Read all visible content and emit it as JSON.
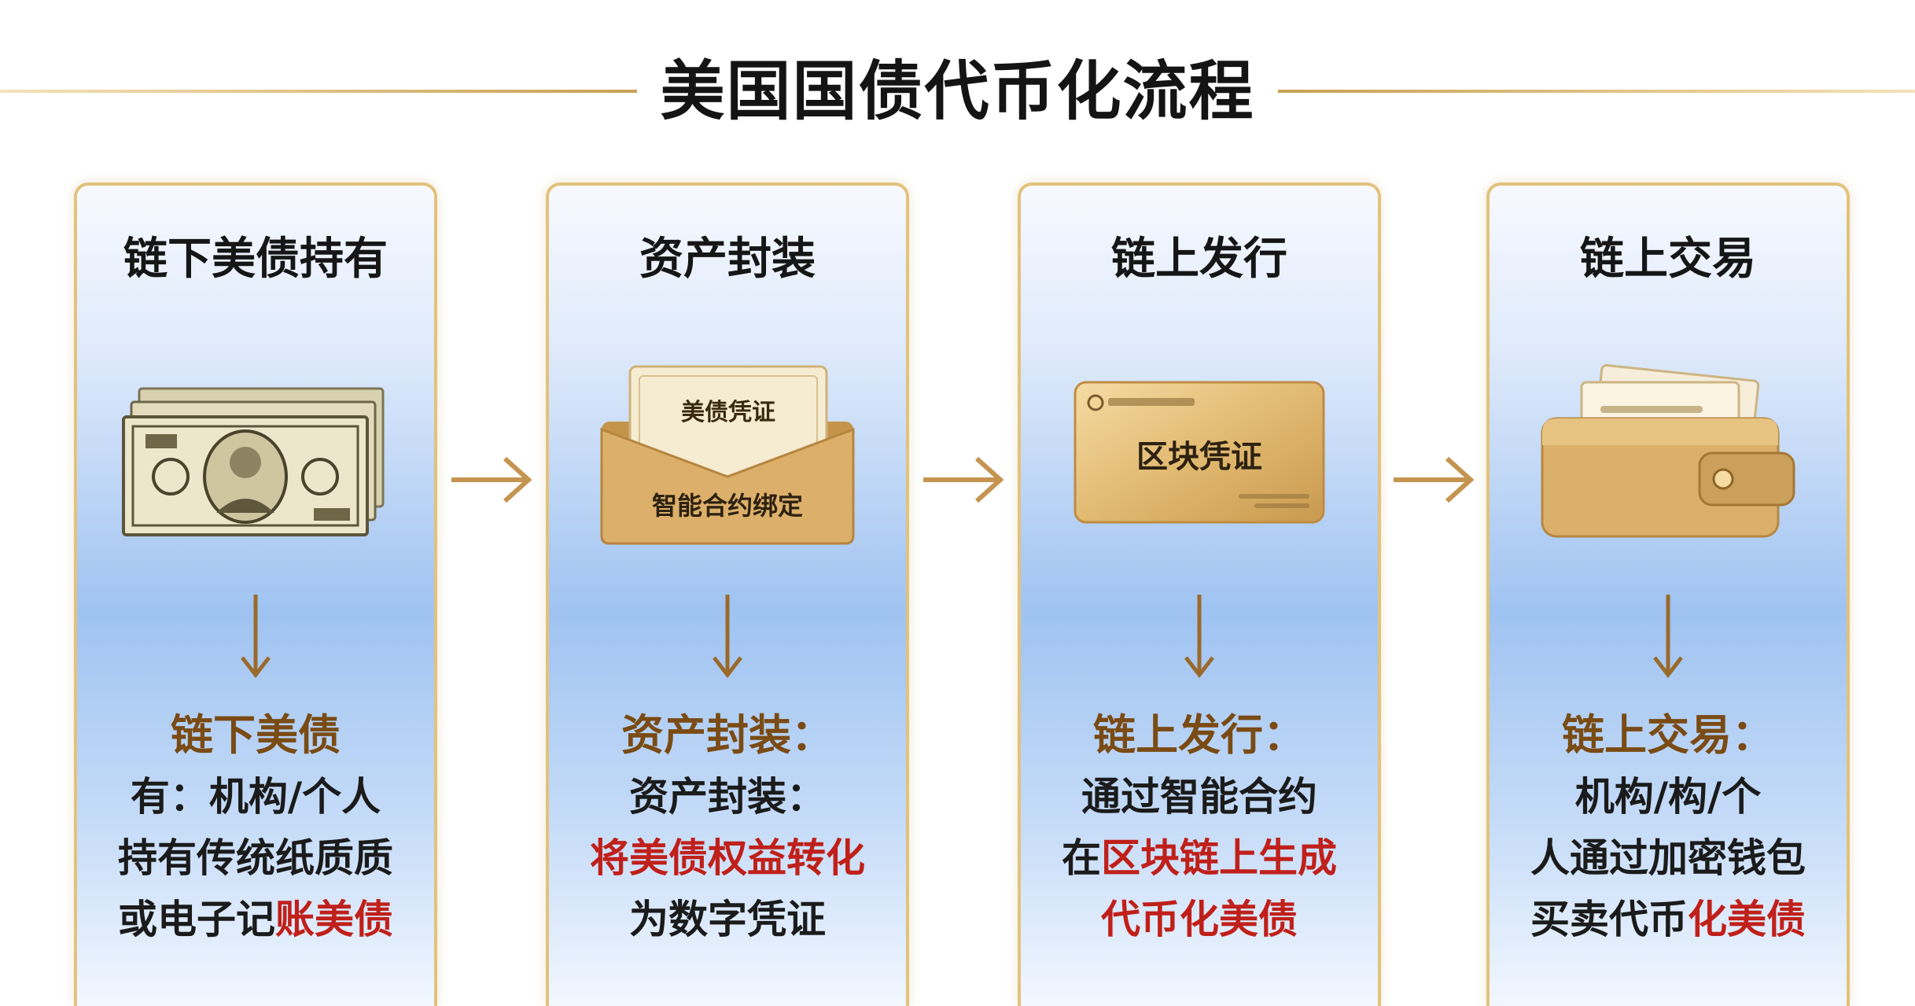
{
  "title": "美国国债代币化流程",
  "steps": [
    {
      "title": "链下美债持有",
      "desc": {
        "heading": "链下美债",
        "l1": "有：机构/个人",
        "l2": "持有传统纸质质",
        "l3a": "或电子记",
        "l3b": "账美债"
      }
    },
    {
      "title": "资产封装",
      "illus": {
        "paper_label": "美债凭证",
        "envelope_label": "智能合约绑定"
      },
      "desc": {
        "heading": "资产封装：",
        "l1": "资产封装：",
        "l2": "将美债权益转化",
        "l3": "为数字凭证"
      }
    },
    {
      "title": "链上发行",
      "illus": {
        "card_label": "区块凭证"
      },
      "desc": {
        "heading": "链上发行：",
        "l1": "通过智能合约",
        "l2a": "在",
        "l2b": "区块链上生成",
        "l3": "代币化美债"
      }
    },
    {
      "title": "链上交易",
      "desc": {
        "heading": "链上交易：",
        "l1": "机构/构/个",
        "l2": "人通过加密钱包",
        "l3a": "买卖代币",
        "l3b": "化美债"
      }
    }
  ],
  "colors": {
    "gold": "#c9a052",
    "heading_brown": "#7a4b14",
    "highlight_red": "#c0201a"
  }
}
